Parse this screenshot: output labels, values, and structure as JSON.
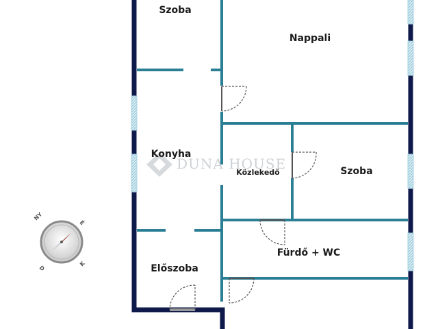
{
  "rooms": {
    "szoba_top": "Szoba",
    "nappali": "Nappali",
    "konyha": "Konyha",
    "kozlekedo": "Közlekedő",
    "szoba_right": "Szoba",
    "furdo_wc": "Fürdő + WC",
    "eloszoba": "Előszoba"
  },
  "watermark": {
    "brand": "DUNA HOUSE"
  },
  "compass": {
    "ny": "NY",
    "e": "É",
    "d": "D",
    "k": "K"
  },
  "colors": {
    "outer_wall": "#0f1a4a",
    "inner_wall": "#2b7f94",
    "window": "#a9d4e3",
    "door": "#555555",
    "compass_arrow": "#c0392b"
  }
}
